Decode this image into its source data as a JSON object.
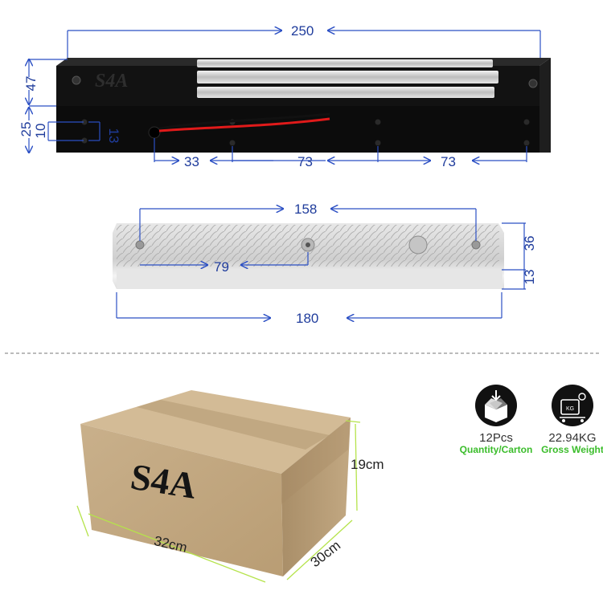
{
  "lock": {
    "brand": "S4A",
    "dims": {
      "length": "250",
      "height": "47",
      "side": "25",
      "hole_spacing": "10",
      "hole_offset": "13",
      "edge_to_hole": "33",
      "hole_gap_1": "73",
      "hole_gap_2": "73"
    }
  },
  "plate": {
    "dims": {
      "hole_span": "158",
      "center": "79",
      "width": "36",
      "thickness": "13",
      "length": "180"
    }
  },
  "carton": {
    "brand": "S4A",
    "length": "32cm",
    "depth": "30cm",
    "height": "19cm"
  },
  "badges": [
    {
      "icon": "box-icon",
      "value": "12Pcs",
      "label": "Quantity/Carton"
    },
    {
      "icon": "scale-icon",
      "value": "22.94KG",
      "label": "Gross Weight"
    }
  ],
  "colors": {
    "dimension": "#1f3c9c",
    "accent_green": "#3bbd2b",
    "guide_green": "#b5e34b",
    "lock_body": "#111111",
    "carton": "#c7ad87"
  }
}
